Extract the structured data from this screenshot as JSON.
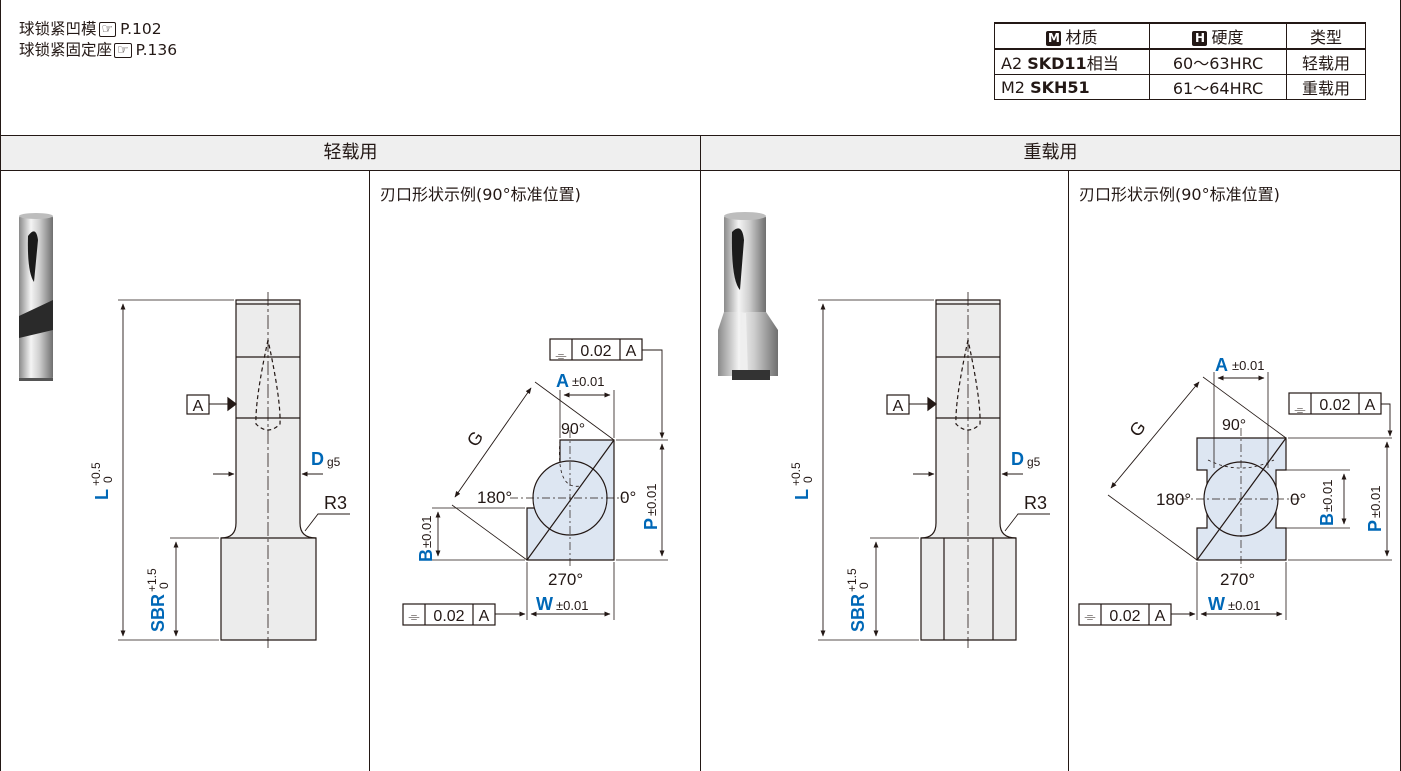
{
  "refs": [
    {
      "text": "球锁紧凹模",
      "icon": "hand-pointer-icon",
      "page": "P.102"
    },
    {
      "text": "球锁紧固定座",
      "icon": "hand-pointer-icon",
      "page": "P.136"
    }
  ],
  "spec_table": {
    "headers": [
      {
        "badge": "M",
        "text": "材质"
      },
      {
        "badge": "H",
        "text": "硬度"
      },
      {
        "badge": "",
        "text": "类型"
      }
    ],
    "rows": [
      {
        "material_prefix": "A2",
        "material_code": "SKD11",
        "material_suffix": "相当",
        "hardness": "60～63HRC",
        "type": "轻载用"
      },
      {
        "material_prefix": "M2",
        "material_code": "SKH51",
        "material_suffix": "",
        "hardness": "61～64HRC",
        "type": "重载用"
      }
    ]
  },
  "sections": {
    "light": {
      "title": "轻载用",
      "edge_caption": "刃口形状示例(90°标准位置)"
    },
    "heavy": {
      "title": "重载用",
      "edge_caption": "刃口形状示例(90°标准位置)"
    }
  },
  "labels": {
    "L": "L",
    "L_tol_upper": "+0.5",
    "L_tol_lower": "0",
    "SBR": "SBR",
    "SBR_tol_upper": "+1.5",
    "SBR_tol_lower": "0",
    "D": "D",
    "D_fit": "g5",
    "R3": "R3",
    "datum": "A",
    "flat": "0.02",
    "flat_ref": "A",
    "flat_symbol": "⌯",
    "G": "G",
    "A": "A",
    "B": "B",
    "P": "P",
    "W": "W",
    "tol": "±0.01",
    "deg90": "90°",
    "deg180": "180°",
    "deg0": "0°",
    "deg270": "270°"
  },
  "colors": {
    "accent": "#0068b7",
    "line": "#231815",
    "fill": "#dde6f2",
    "band": "#efefef"
  }
}
